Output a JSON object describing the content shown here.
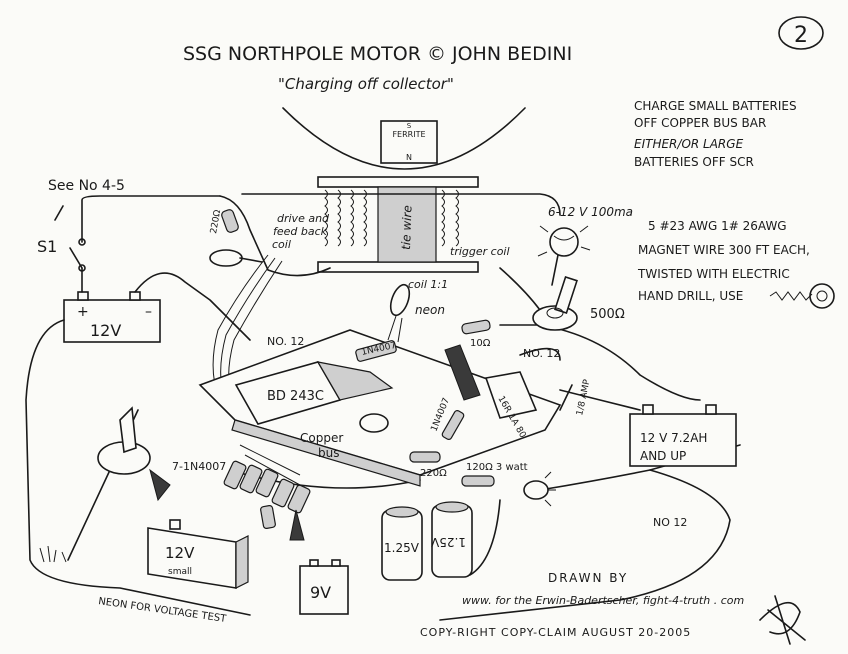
{
  "page_number": "2",
  "title": "SSG NORTHPOLE MOTOR © JOHN BEDINI",
  "subtitle": "\"Charging off collector\"",
  "notes": {
    "charge_line1": "CHARGE SMALL BATTERIES",
    "charge_line2": "OFF COPPER BUS BAR",
    "charge_line3": "EITHER/OR LARGE",
    "charge_line4": "BATTERIES OFF SCR",
    "wire_line1": "5 #23 AWG 1# 26AWG",
    "wire_line2": "MAGNET WIRE 300 FT EACH,",
    "wire_line3": "TWISTED WITH ELECTRIC",
    "wire_line4": "HAND DRILL, USE"
  },
  "labels": {
    "ferrite": "FERRITE",
    "pole_s": "S",
    "pole_n": "N",
    "see_no": "See No 4-5",
    "s1": "S1",
    "battery_12v": "12V",
    "drive_coil_1": "drive and",
    "drive_coil_2": "feed back",
    "drive_coil_3": "coil",
    "res_220": "220Ω",
    "tie_wire": "tie wire",
    "trigger_coil": "trigger coil",
    "coil_ratio": "coil 1:1",
    "lamp": "6-12 V 100ma",
    "pot": "500Ω",
    "neon": "neon",
    "no12_a": "NO. 12",
    "no12_b": "NO. 12",
    "no12_c": "NO 12",
    "diode_1n4007_a": "1N4007",
    "diode_1n4007_b": "1N4007",
    "transistor": "BD 243C",
    "res_10": "10Ω",
    "scr": "16R 1A 80",
    "fuse": "1/8 AMP",
    "big_battery_1": "12 V 7.2AH",
    "big_battery_2": "AND UP",
    "diodes_7": "7-1N4007",
    "copper_bus_1": "Copper",
    "copper_bus_2": "bus",
    "res_220b": "220Ω",
    "res_120": "120Ω 3 watt",
    "batt_small_1": "12V",
    "batt_small_2": "small",
    "batt_9v": "9V",
    "cell_a": "1.25V",
    "cell_b": "1.25V",
    "neon_test": "NEON FOR VOLTAGE TEST",
    "drawn_by": "DRAWN BY",
    "website": "www. for the Erwin-Badertscher, fight-4-truth . com",
    "copyright": "COPY-RIGHT COPY-CLAIM AUGUST 20-2005",
    "signature": "JB"
  }
}
